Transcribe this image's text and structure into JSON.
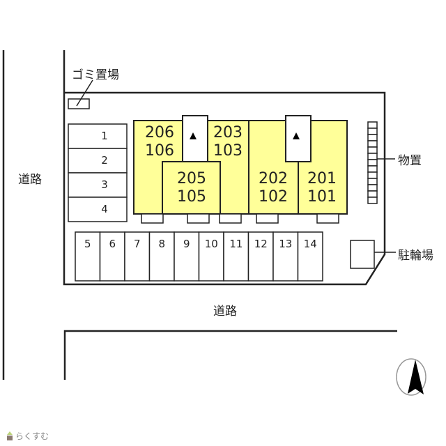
{
  "labels": {
    "road_left": "道路",
    "road_bottom": "道路",
    "garbage": "ゴミ置場",
    "storage": "物置",
    "bicycle": "駐輪場"
  },
  "units": [
    {
      "upper": "206",
      "lower": "106"
    },
    {
      "upper": "205",
      "lower": "105"
    },
    {
      "upper": "203",
      "lower": "103"
    },
    {
      "upper": "202",
      "lower": "102"
    },
    {
      "upper": "201",
      "lower": "101"
    }
  ],
  "parking_left": [
    "1",
    "2",
    "3",
    "4"
  ],
  "parking_bottom": [
    "5",
    "6",
    "7",
    "8",
    "9",
    "10",
    "11",
    "12",
    "13",
    "14"
  ],
  "brand": "らくすむ",
  "colors": {
    "building": "#ffff99",
    "line": "#222222"
  }
}
